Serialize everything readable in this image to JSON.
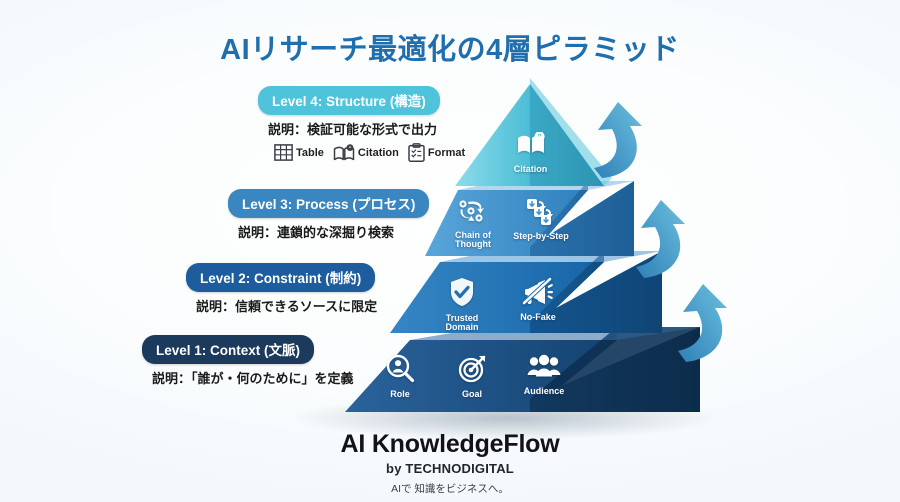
{
  "title": "AIリサーチ最適化の4層ピラミッド",
  "colors": {
    "title": "#1f6fae",
    "badge_level4": "#4fc3dc",
    "badge_level3": "#3a86c0",
    "badge_level2": "#1d5d9e",
    "badge_level1": "#1b3a5c",
    "tier4_front": "#6fcfe0",
    "tier3_front": "#3f92cc",
    "tier2_front": "#1f6fb5",
    "tier1_front": "#1b4f87",
    "arrow": "#4aa3cf",
    "background": "#ffffff"
  },
  "levels": [
    {
      "badge_en": "Level 4: Structure",
      "badge_jp": "(構造)",
      "description": "説明：検証可能な形式で出力",
      "mini_icons": [
        {
          "icon": "table-icon",
          "label": "Table"
        },
        {
          "icon": "citation-book-icon",
          "label": "Citation"
        },
        {
          "icon": "clipboard-format-icon",
          "label": "Format"
        }
      ],
      "tier_icons": [
        {
          "icon": "citation-book-icon",
          "label": "Citation"
        }
      ]
    },
    {
      "badge_en": "Level 3: Process",
      "badge_jp": "(プロセス)",
      "description": "説明：連鎖的な深掘り検索",
      "mini_icons": [],
      "tier_icons": [
        {
          "icon": "gears-cycle-icon",
          "label": "Chain of Thought"
        },
        {
          "icon": "step-arrows-icon",
          "label": "Step-by-Step"
        }
      ]
    },
    {
      "badge_en": "Level 2: Constraint",
      "badge_jp": "(制約)",
      "description": "説明：信頼できるソースに限定",
      "mini_icons": [],
      "tier_icons": [
        {
          "icon": "shield-check-icon",
          "label": "Trusted Domain"
        },
        {
          "icon": "no-megaphone-icon",
          "label": "No-Fake"
        }
      ]
    },
    {
      "badge_en": "Level 1: Context",
      "badge_jp": "(文脈)",
      "description": "説明：「誰が・何のために」を定義",
      "mini_icons": [],
      "tier_icons": [
        {
          "icon": "person-search-icon",
          "label": "Role"
        },
        {
          "icon": "target-arrow-icon",
          "label": "Goal"
        },
        {
          "icon": "audience-group-icon",
          "label": "Audience"
        }
      ]
    }
  ],
  "arrows": [
    {
      "name": "arrow-level1-to-level2"
    },
    {
      "name": "arrow-level2-to-level3"
    },
    {
      "name": "arrow-level3-to-level4"
    }
  ],
  "footer": {
    "brand": "AI KnowledgeFlow",
    "by": "by TECHNODIGITAL",
    "tagline": "AIで 知識をビジネスへ。"
  }
}
